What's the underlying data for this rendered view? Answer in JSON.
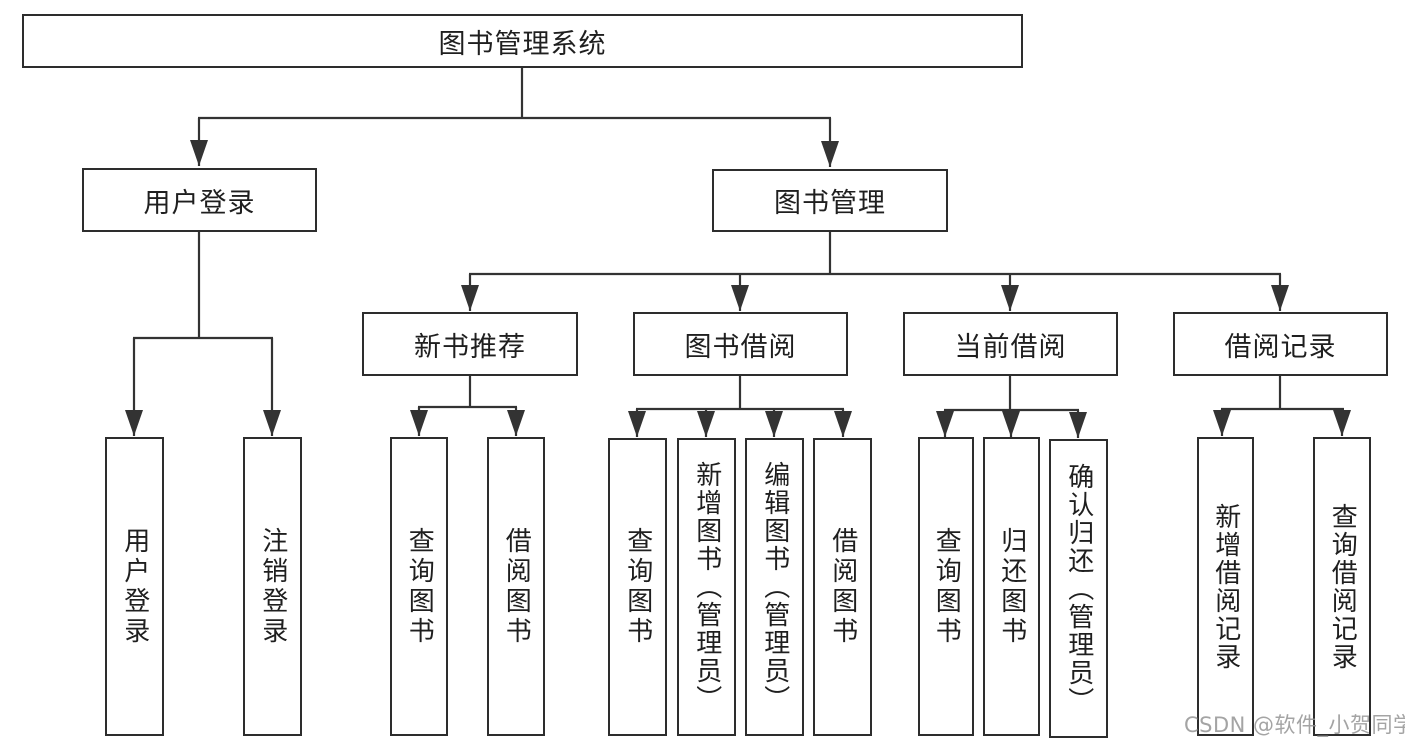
{
  "diagram": {
    "root": {
      "label": "图书管理系统"
    },
    "branches": [
      {
        "label": "用户登录",
        "children": [
          {
            "label": "用户登录"
          },
          {
            "label": "注销登录"
          }
        ]
      },
      {
        "label": "图书管理",
        "sections": [
          {
            "label": "新书推荐",
            "children": [
              {
                "label": "查询图书"
              },
              {
                "label": "借阅图书"
              }
            ]
          },
          {
            "label": "图书借阅",
            "children": [
              {
                "label": "查询图书"
              },
              {
                "label": "新增图书（管理员）"
              },
              {
                "label": "编辑图书（管理员）"
              },
              {
                "label": "借阅图书"
              }
            ]
          },
          {
            "label": "当前借阅",
            "children": [
              {
                "label": "查询图书"
              },
              {
                "label": "归还图书"
              },
              {
                "label": "确认归还（管理员）"
              }
            ]
          },
          {
            "label": "借阅记录",
            "children": [
              {
                "label": "新增借阅记录"
              },
              {
                "label": "查询借阅记录"
              }
            ]
          }
        ]
      }
    ]
  },
  "watermark": {
    "text": "CSDN @软件_小贺同学"
  },
  "colors": {
    "line": "#333333",
    "border": "#2d2d2d",
    "text": "#1f1f1f",
    "watermark": "#949494"
  }
}
